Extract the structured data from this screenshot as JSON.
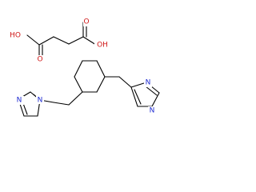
{
  "atom_labels": {
    "oh_left": "HO",
    "oh_right": "OH",
    "o_left": "O",
    "o_right": "O",
    "n_left_pyridine": "N",
    "n_left_pyrrole": "N",
    "n_right_pyrrole": "N",
    "n_right_pyridine": "N"
  },
  "colors": {
    "nitrogen": "#1f2bd1",
    "oxygen": "#d01818",
    "bond": "#000000",
    "background": "#ffffff"
  }
}
